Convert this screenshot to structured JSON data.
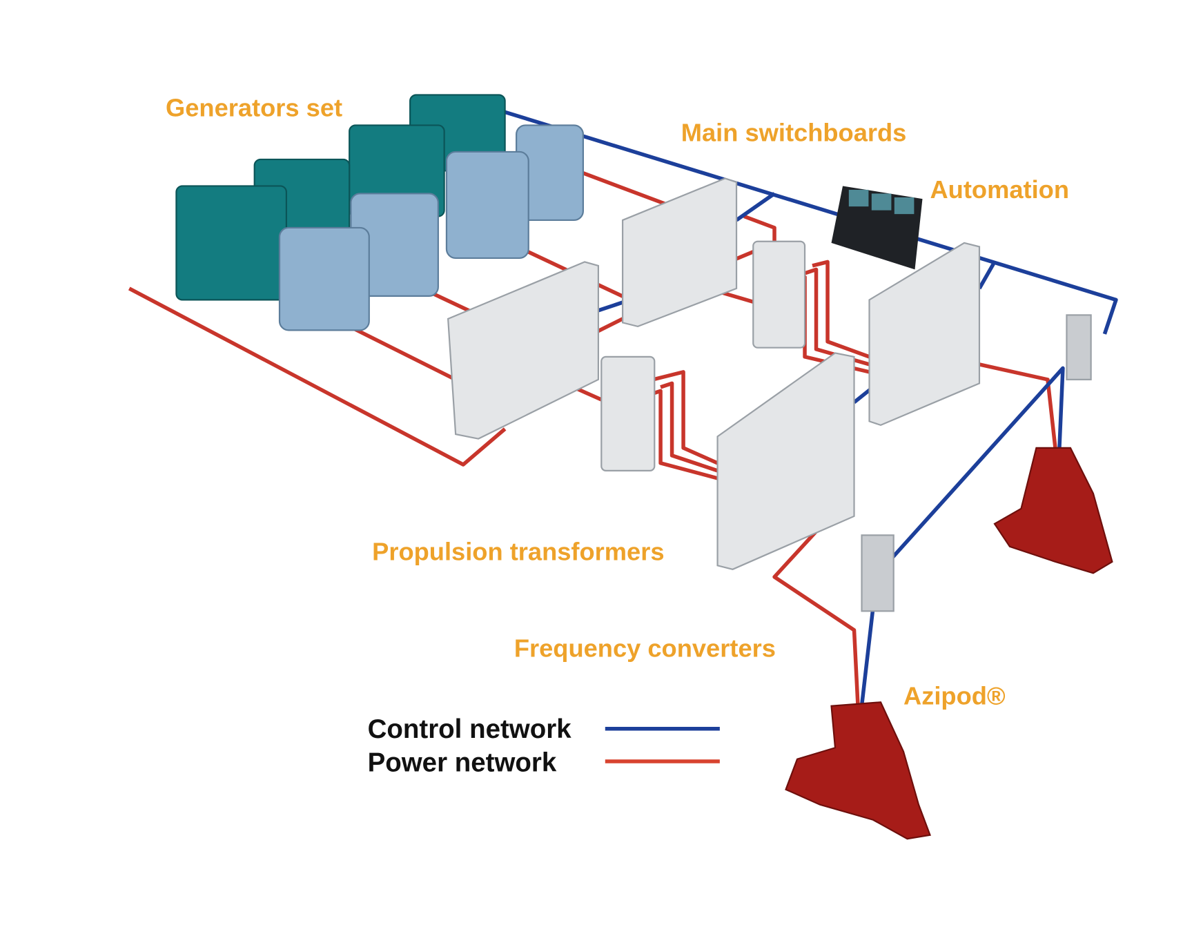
{
  "labels": {
    "generators": "Generators set",
    "switchboards": "Main switchboards",
    "automation": "Automation",
    "transformers": "Propulsion transformers",
    "converters": "Frequency converters",
    "azipod": "Azipod®"
  },
  "legend": {
    "control": "Control network",
    "power": "Power network"
  },
  "colors": {
    "control": "#1c3f9a",
    "power": "#c8352b",
    "label": "#eea22a"
  }
}
